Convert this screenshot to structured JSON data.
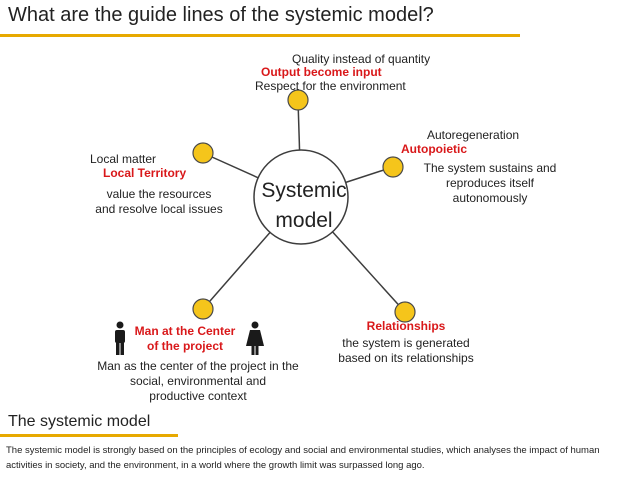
{
  "title": "What are the guide lines of the systemic model?",
  "hub": {
    "line1": "Systemic",
    "line2": "model"
  },
  "nodes": {
    "top": {
      "gray1": "Quality instead of quantity",
      "red": "Output become input",
      "gray2": "Respect for the environment"
    },
    "right": {
      "gray1": "Autoregeneration",
      "red": "Autopoietic",
      "desc": [
        "The system sustains and",
        "reproduces  itself",
        "autonomously"
      ]
    },
    "left": {
      "gray1": "Local matter",
      "red": "Local Territory",
      "desc": [
        "value the resources",
        "and resolve local issues"
      ]
    },
    "bottom_left": {
      "red": [
        "Man at the Center",
        "of the project"
      ],
      "desc": [
        "Man as the center of the project in the",
        "social, environmental and",
        "productive context"
      ]
    },
    "bottom_right": {
      "red": "Relationships",
      "desc": [
        "the system is generated",
        "based on its relationships"
      ]
    }
  },
  "colors": {
    "accent": "#e7a900",
    "node_fill": "#f5c51b",
    "line": "#3d3d3d",
    "highlight": "#d9181a"
  },
  "section": {
    "title": "The systemic model",
    "body": "The systemic model is strongly based on the principles of ecology and social and   environmental   studies,   which   analyses the impact of human activities in society,   and   the   environment,   in   a   world   where   the   growth   limit   was   surpassed long ago."
  }
}
